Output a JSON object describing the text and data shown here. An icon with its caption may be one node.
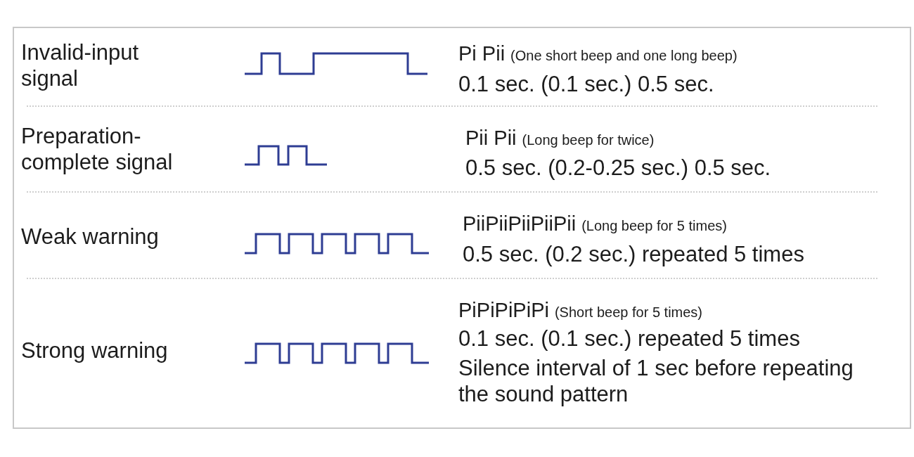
{
  "diagram": {
    "labels": [
      "Invalid-input signal",
      "Pi Pii",
      "(One short beep and one long beep)",
      "0.1 sec. (0.1 sec.) 0.5 sec.",
      "Preparation- complete signal",
      "Pii Pii",
      "(Long beep for twice)",
      "0.5 sec. (0.2-0.25 sec.) 0.5 sec.",
      "Weak warning",
      "PiiPiiPiiPiiPii",
      "(Long beep for 5 times)",
      "0.5 sec. (0.2 sec.) repeated 5 times",
      "Strong warning",
      "PiPiPiPiPi",
      "(Short beep for 5 times)",
      "0.1 sec. (0.1 sec.) repeated 5 times",
      "Silence interval of 1 sec before repeating the sound pattern"
    ]
  }
}
